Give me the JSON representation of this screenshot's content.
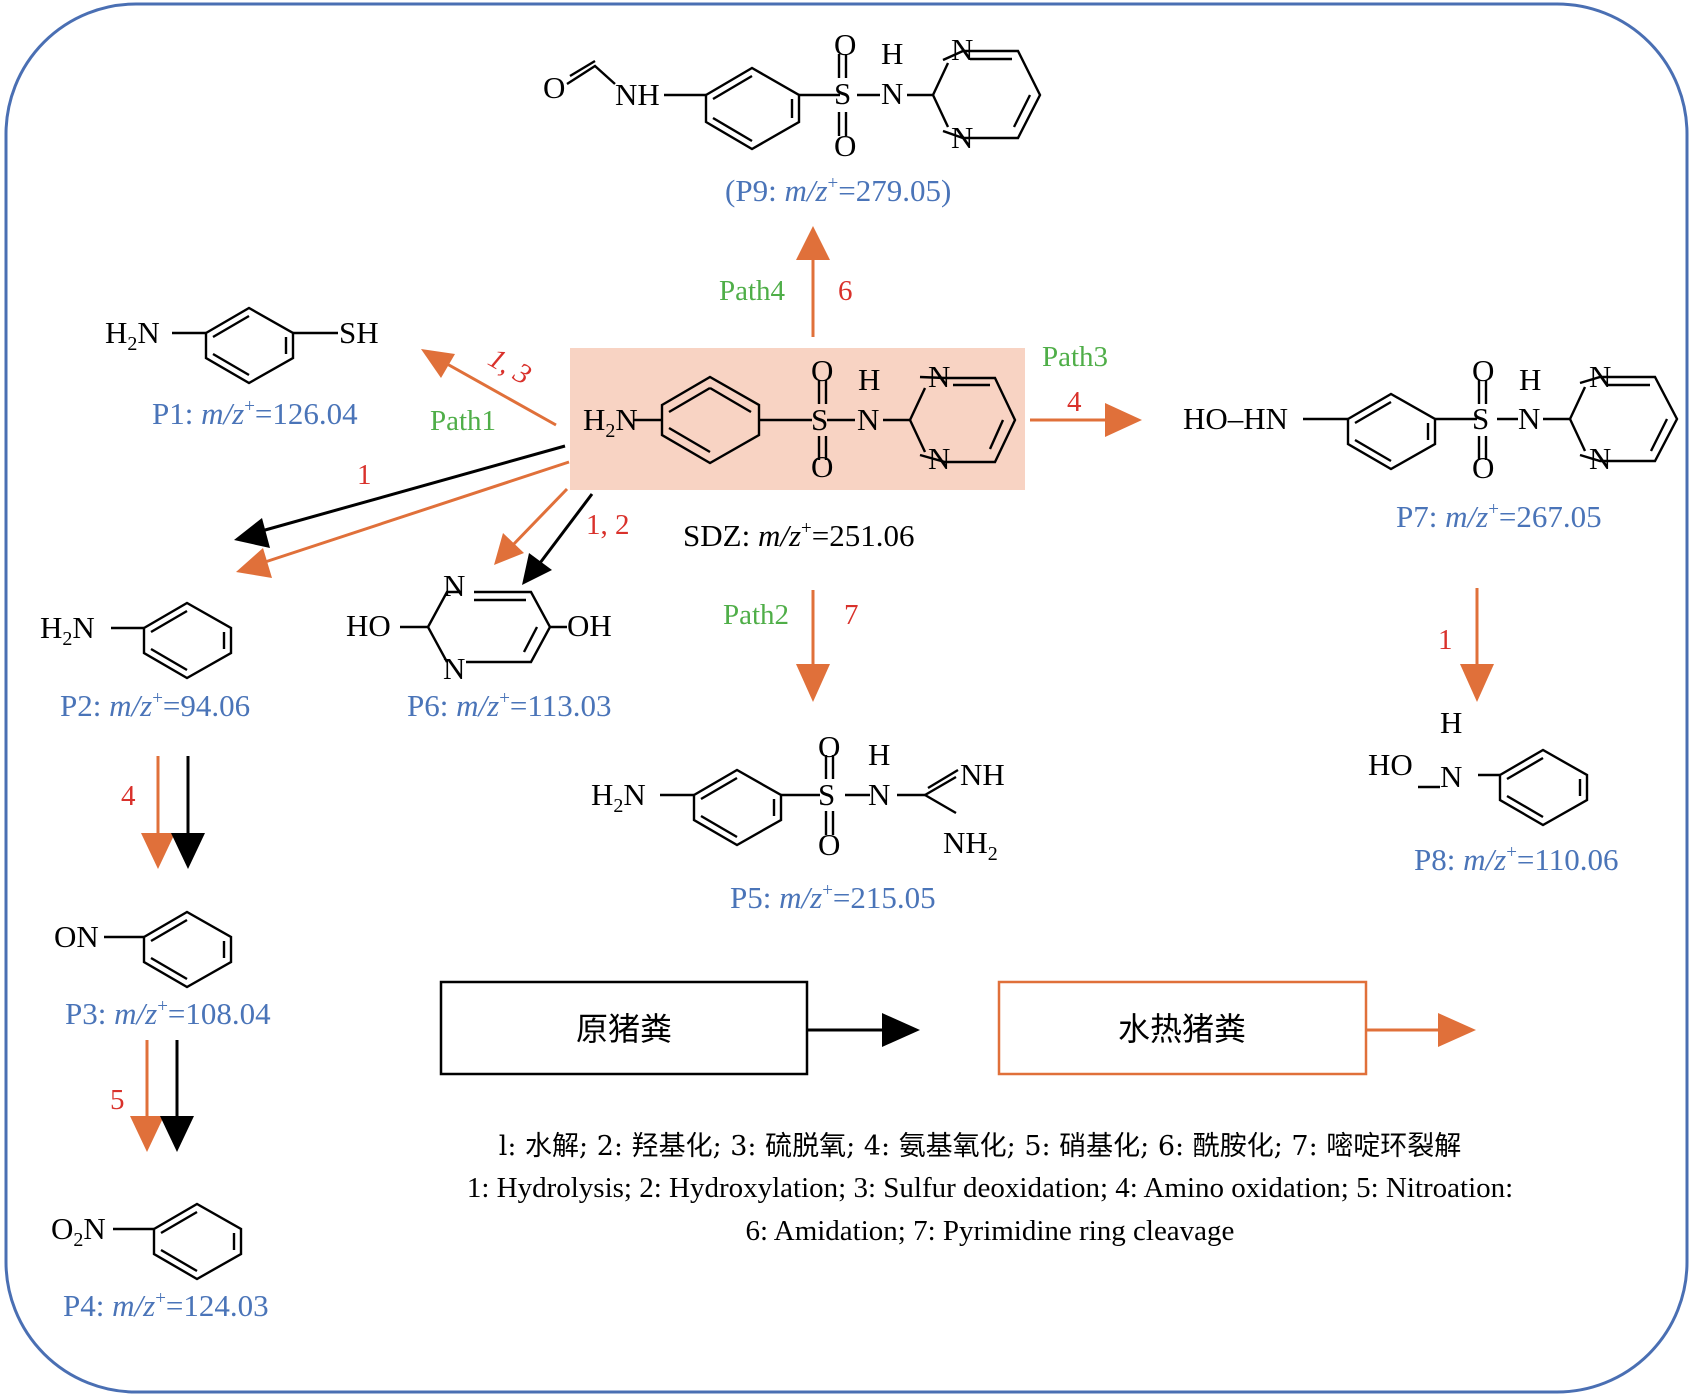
{
  "labels": {
    "sdz": "SDZ: ",
    "sdz_mz": "m/z",
    "sdz_val": "=251.06",
    "p1": "P1: ",
    "p1_val": "=126.04",
    "p2": "P2: ",
    "p2_val": "=94.06",
    "p3": "P3: ",
    "p3_val": "=108.04",
    "p4": "P4: ",
    "p4_val": "=124.03",
    "p5": "P5: ",
    "p5_val": "=215.05",
    "p6": "P6: ",
    "p6_val": "=113.03",
    "p7": "P7: ",
    "p7_val": "=267.05",
    "p8": "P8: ",
    "p8_val": "=110.06",
    "p9": "(P9: ",
    "p9_val": "=279.05)",
    "mz": "m/z",
    "plus": "+"
  },
  "paths": {
    "path1": "Path1",
    "path2": "Path2",
    "path3": "Path3",
    "path4": "Path4"
  },
  "step_labels": {
    "s13": "1, 3",
    "s1": "1",
    "s12": "1, 2",
    "s4_path3": "4",
    "s6": "6",
    "s7": "7",
    "s4_p2": "4",
    "s5_p3": "5",
    "s1_p7": "1"
  },
  "atoms": {
    "H2N": "H",
    "two": "2",
    "N": "N",
    "SH": "SH",
    "H": "H",
    "S": "S",
    "O": "O",
    "OC": "O",
    "NH": "NH",
    "HO": "HO",
    "OH": "OH",
    "ON": "ON",
    "O2N": "O",
    "HO_HN": "HO–HN",
    "HO_P8": "HO",
    "NH2": "NH",
    "NHimine": "NH"
  },
  "legend": {
    "raw_manure": "原猪粪",
    "hydrothermal_manure": "水热猪粪",
    "line_cn": "l: 水解; 2: 羟基化; 3: 硫脱氧; 4: 氨基氧化; 5: 硝基化; 6: 酰胺化; 7: 嘧啶环裂解",
    "line_en1": "1: Hydrolysis; 2: Hydroxylation; 3: Sulfur deoxidation; 4: Amino oxidation; 5: Nitroation:",
    "line_en2": "6: Amidation; 7: Pyrimidine ring cleavage"
  },
  "colors": {
    "frame": "#4a6fb3",
    "orange": "#e0703a",
    "black": "#000000",
    "blue_text": "#4a74b8",
    "green_text": "#4fae48",
    "red_text": "#d9312b",
    "highlight": "#f8d3c3"
  }
}
